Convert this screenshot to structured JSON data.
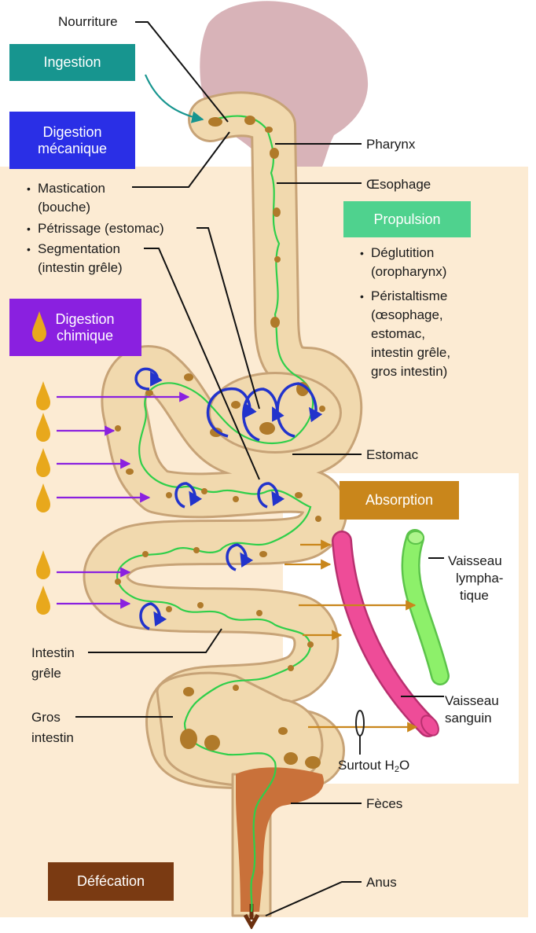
{
  "boxes": {
    "ingestion": "Ingestion",
    "digestion_mecanique_1": "Digestion",
    "digestion_mecanique_2": "mécanique",
    "digestion_chimique_1": "Digestion",
    "digestion_chimique_2": "chimique",
    "propulsion": "Propulsion",
    "absorption": "Absorption",
    "defecation": "Défécation"
  },
  "labels": {
    "nourriture": "Nourriture",
    "pharynx": "Pharynx",
    "oesophage": "Œsophage",
    "estomac": "Estomac",
    "vaisseau_lymphatique_1": "Vaisseau",
    "vaisseau_lymphatique_2": "lympha-",
    "vaisseau_lymphatique_3": "tique",
    "vaisseau_sanguin_1": "Vaisseau",
    "vaisseau_sanguin_2": "sanguin",
    "surtout_h2o_prefix": "Surtout H",
    "surtout_h2o_sub": "2",
    "surtout_h2o_suffix": "O",
    "intestin_grele_1": "Intestin",
    "intestin_grele_2": "grêle",
    "gros_intestin_1": "Gros",
    "gros_intestin_2": "intestin",
    "feces": "Fèces",
    "anus": "Anus"
  },
  "mechanical_list": [
    "Mastication",
    "(bouche)",
    "Pétrissage (estomac)",
    "Segmentation",
    "(intestin grêle)"
  ],
  "propulsion_list": [
    "Déglutition",
    "(oropharynx)",
    "Péristaltisme",
    "(œsophage,",
    "estomac,",
    "intestin grêle,",
    "gros intestin)"
  ],
  "colors": {
    "ingestion": "#17958f",
    "digestion_mecanique": "#2a2fe6",
    "digestion_chimique": "#8a20e0",
    "propulsion": "#4fd28e",
    "absorption": "#c9861b",
    "defecation": "#7a3a12",
    "tract_fill": "#f1d9ae",
    "tract_edge": "#c7a377",
    "background": "#fcebd3",
    "head": "#d8b3b8",
    "nerve": "#2fcf4a",
    "food": "#b07a2a",
    "blood_vessel": "#ee4c98",
    "lymph_vessel": "#8df06a",
    "arrow_chemical": "#8a20e0",
    "arrow_absorption": "#c9861b",
    "swirl": "#2233cc"
  }
}
